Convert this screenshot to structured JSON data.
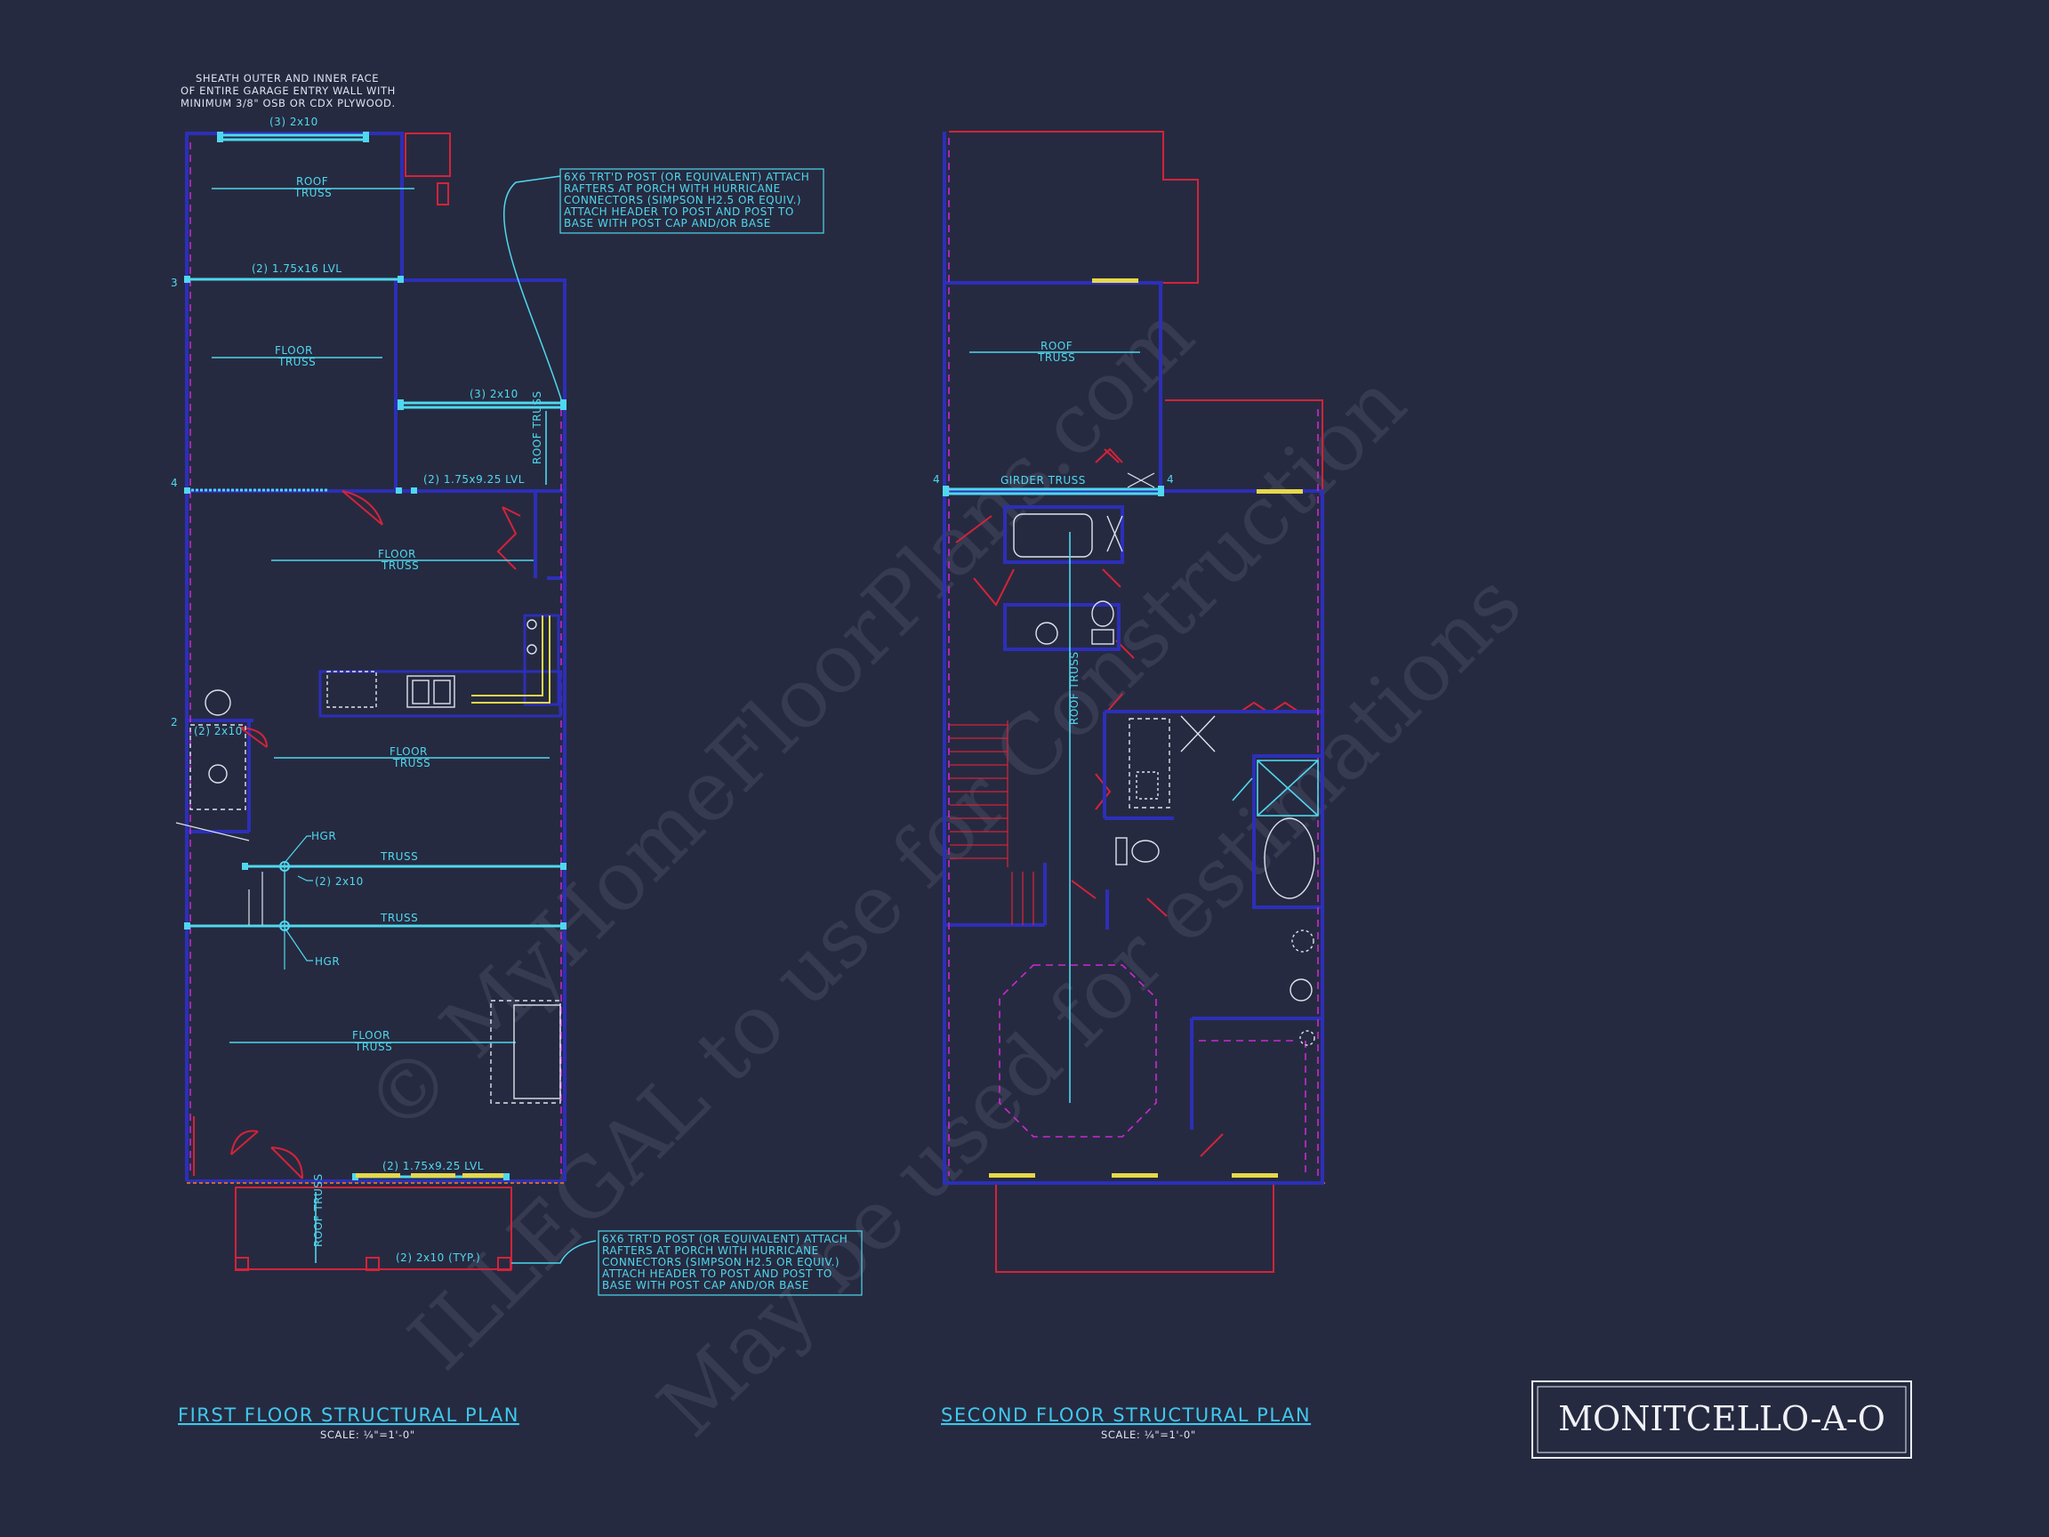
{
  "sheet_label": "MONITCELLO-A-O",
  "watermark": [
    "© MyHomeFloorPlans.com",
    "ILLEGAL to use for Construction",
    "May be used for estimations"
  ],
  "first_floor": {
    "title": "FIRST FLOOR STRUCTURAL PLAN",
    "scale": "SCALE: ¼\"=1'-0\"",
    "sheath_note": [
      "SHEATH OUTER AND INNER FACE",
      "OF ENTIRE GARAGE ENTRY WALL WITH",
      "MINIMUM 3/8\" OSB OR CDX PLYWOOD."
    ],
    "labels": {
      "hdr_top": "(3) 2x10",
      "roof_truss": [
        "ROOF",
        "TRUSS"
      ],
      "lvl_16": "(2) 1.75x16 LVL",
      "floor_truss": [
        "FLOOR",
        "TRUSS"
      ],
      "hdr_3_2x10": "(3) 2x10",
      "roof_truss_v": "ROOF TRUSS",
      "lvl_925": "(2) 1.75x9.25 LVL",
      "hdr_2_2x10_small": "(2) 2x10",
      "hgr": "HGR",
      "truss": "TRUSS",
      "hdr_2_2x10": "(2) 2x10",
      "lvl_925_bottom": "(2) 1.75x9.25 LVL",
      "hdr_typ": "(2) 2x10 (TYP.)"
    },
    "bearing_marks": [
      "3",
      "4",
      "2"
    ]
  },
  "second_floor": {
    "title": "SECOND FLOOR STRUCTURAL PLAN",
    "scale": "SCALE: ¼\"=1'-0\"",
    "labels": {
      "roof_truss": [
        "ROOF",
        "TRUSS"
      ],
      "girder_truss": "GIRDER TRUSS",
      "roof_truss_v": "ROOF TRUSS",
      "mark": "4"
    }
  },
  "post_note": [
    "6X6 TRT'D POST (OR EQUIVALENT) ATTACH",
    "RAFTERS AT PORCH WITH HURRICANE",
    "CONNECTORS (SIMPSON H2.5 OR EQUIV.)",
    "ATTACH HEADER TO POST AND POST TO",
    "BASE WITH POST CAP AND/OR BASE"
  ],
  "colors": {
    "background": "#262a40",
    "wall": "#2c2fb8",
    "cyan": "#4fd8ee",
    "red": "#d3233a",
    "magenta": "#c82ad2",
    "yellow": "#e6d84a"
  }
}
